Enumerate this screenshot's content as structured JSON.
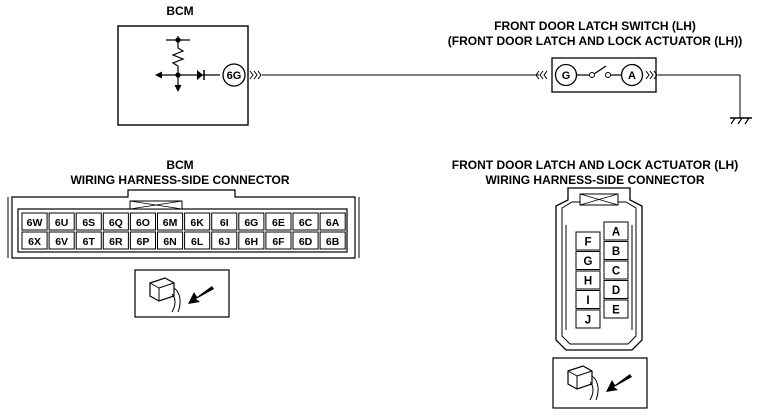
{
  "schematic": {
    "bcm_label": "BCM",
    "bcm_terminal": "6G",
    "switch_title_1": "FRONT DOOR LATCH SWITCH (LH)",
    "switch_title_2": "(FRONT DOOR LATCH AND LOCK ACTUATOR (LH))",
    "switch_terminal_g": "G",
    "switch_terminal_a": "A"
  },
  "bcm_connector": {
    "title_1": "BCM",
    "title_2": "WIRING HARNESS-SIDE CONNECTOR",
    "row_top": [
      "6W",
      "6U",
      "6S",
      "6Q",
      "6O",
      "6M",
      "6K",
      "6I",
      "6G",
      "6E",
      "6C",
      "6A"
    ],
    "row_bottom": [
      "6X",
      "6V",
      "6T",
      "6R",
      "6P",
      "6N",
      "6L",
      "6J",
      "6H",
      "6F",
      "6D",
      "6B"
    ]
  },
  "actuator_connector": {
    "title_1": "FRONT DOOR LATCH AND LOCK ACTUATOR (LH)",
    "title_2": "WIRING HARNESS-SIDE CONNECTOR",
    "left_pins": [
      "F",
      "G",
      "H",
      "I",
      "J"
    ],
    "right_pins": [
      "A",
      "B",
      "C",
      "D",
      "E"
    ]
  }
}
